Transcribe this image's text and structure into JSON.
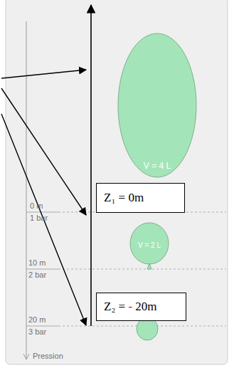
{
  "diagram": {
    "nodes": [
      {
        "text": [
          "V = 4 L"
        ]
      },
      {
        "text": [
          "Z₁ = 0m"
        ]
      },
      {
        "text": [
          "V = 2 L"
        ]
      },
      {
        "text": [
          "Z₂ = - 20m"
        ]
      }
    ],
    "labels": [
      "0 m",
      "1 bar",
      "10 m",
      "2 bar",
      "20 m",
      "3 bar",
      "Pression"
    ]
  }
}
